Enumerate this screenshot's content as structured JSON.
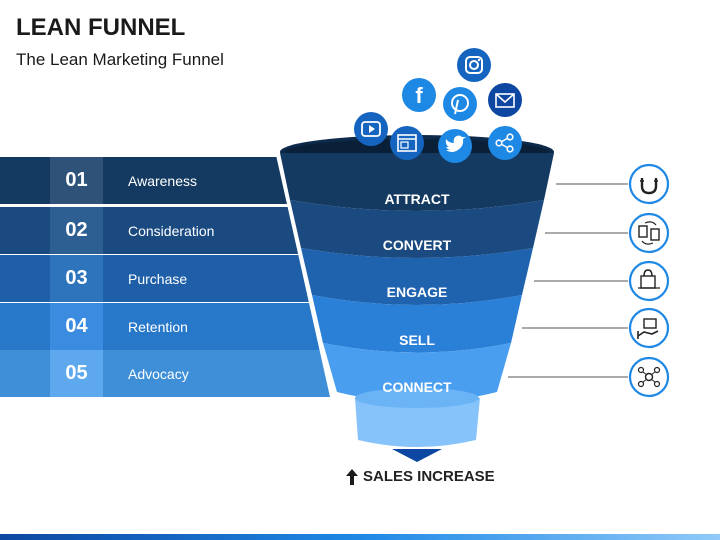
{
  "header": {
    "title": "LEAN FUNNEL",
    "subtitle": "The Lean Marketing Funnel"
  },
  "stages": [
    {
      "number": "01",
      "label": "Awareness",
      "num_color": "#2f5278",
      "bg_color": "#153a62"
    },
    {
      "number": "02",
      "label": "Consideration",
      "num_color": "#2d5f93",
      "bg_color": "#1a4a80"
    },
    {
      "number": "03",
      "label": "Purchase",
      "num_color": "#2e74bd",
      "bg_color": "#1f5fa8"
    },
    {
      "number": "04",
      "label": "Retention",
      "num_color": "#3b8ce0",
      "bg_color": "#2778c9"
    },
    {
      "number": "05",
      "label": "Advocacy",
      "num_color": "#5ea9ee",
      "bg_color": "#3f8fd8"
    }
  ],
  "funnel": {
    "levels": [
      "ATTRACT",
      "CONVERT",
      "ENGAGE",
      "SELL",
      "CONNECT"
    ],
    "level_colors": [
      "#153a62",
      "#1a4a80",
      "#1f62ae",
      "#2a7fd6",
      "#4a9ef0"
    ],
    "spout_color": "#86c3fa"
  },
  "icons": {
    "social": [
      "instagram-icon",
      "facebook-icon",
      "pinterest-icon",
      "email-icon",
      "youtube-icon",
      "web-ad-icon",
      "twitter-icon",
      "share-icon"
    ],
    "right": [
      "magnet-icon",
      "conversion-icon",
      "shopping-icon",
      "sales-hand-icon",
      "network-icon"
    ]
  },
  "footer": {
    "sales_increase": "SALES INCREASE"
  }
}
